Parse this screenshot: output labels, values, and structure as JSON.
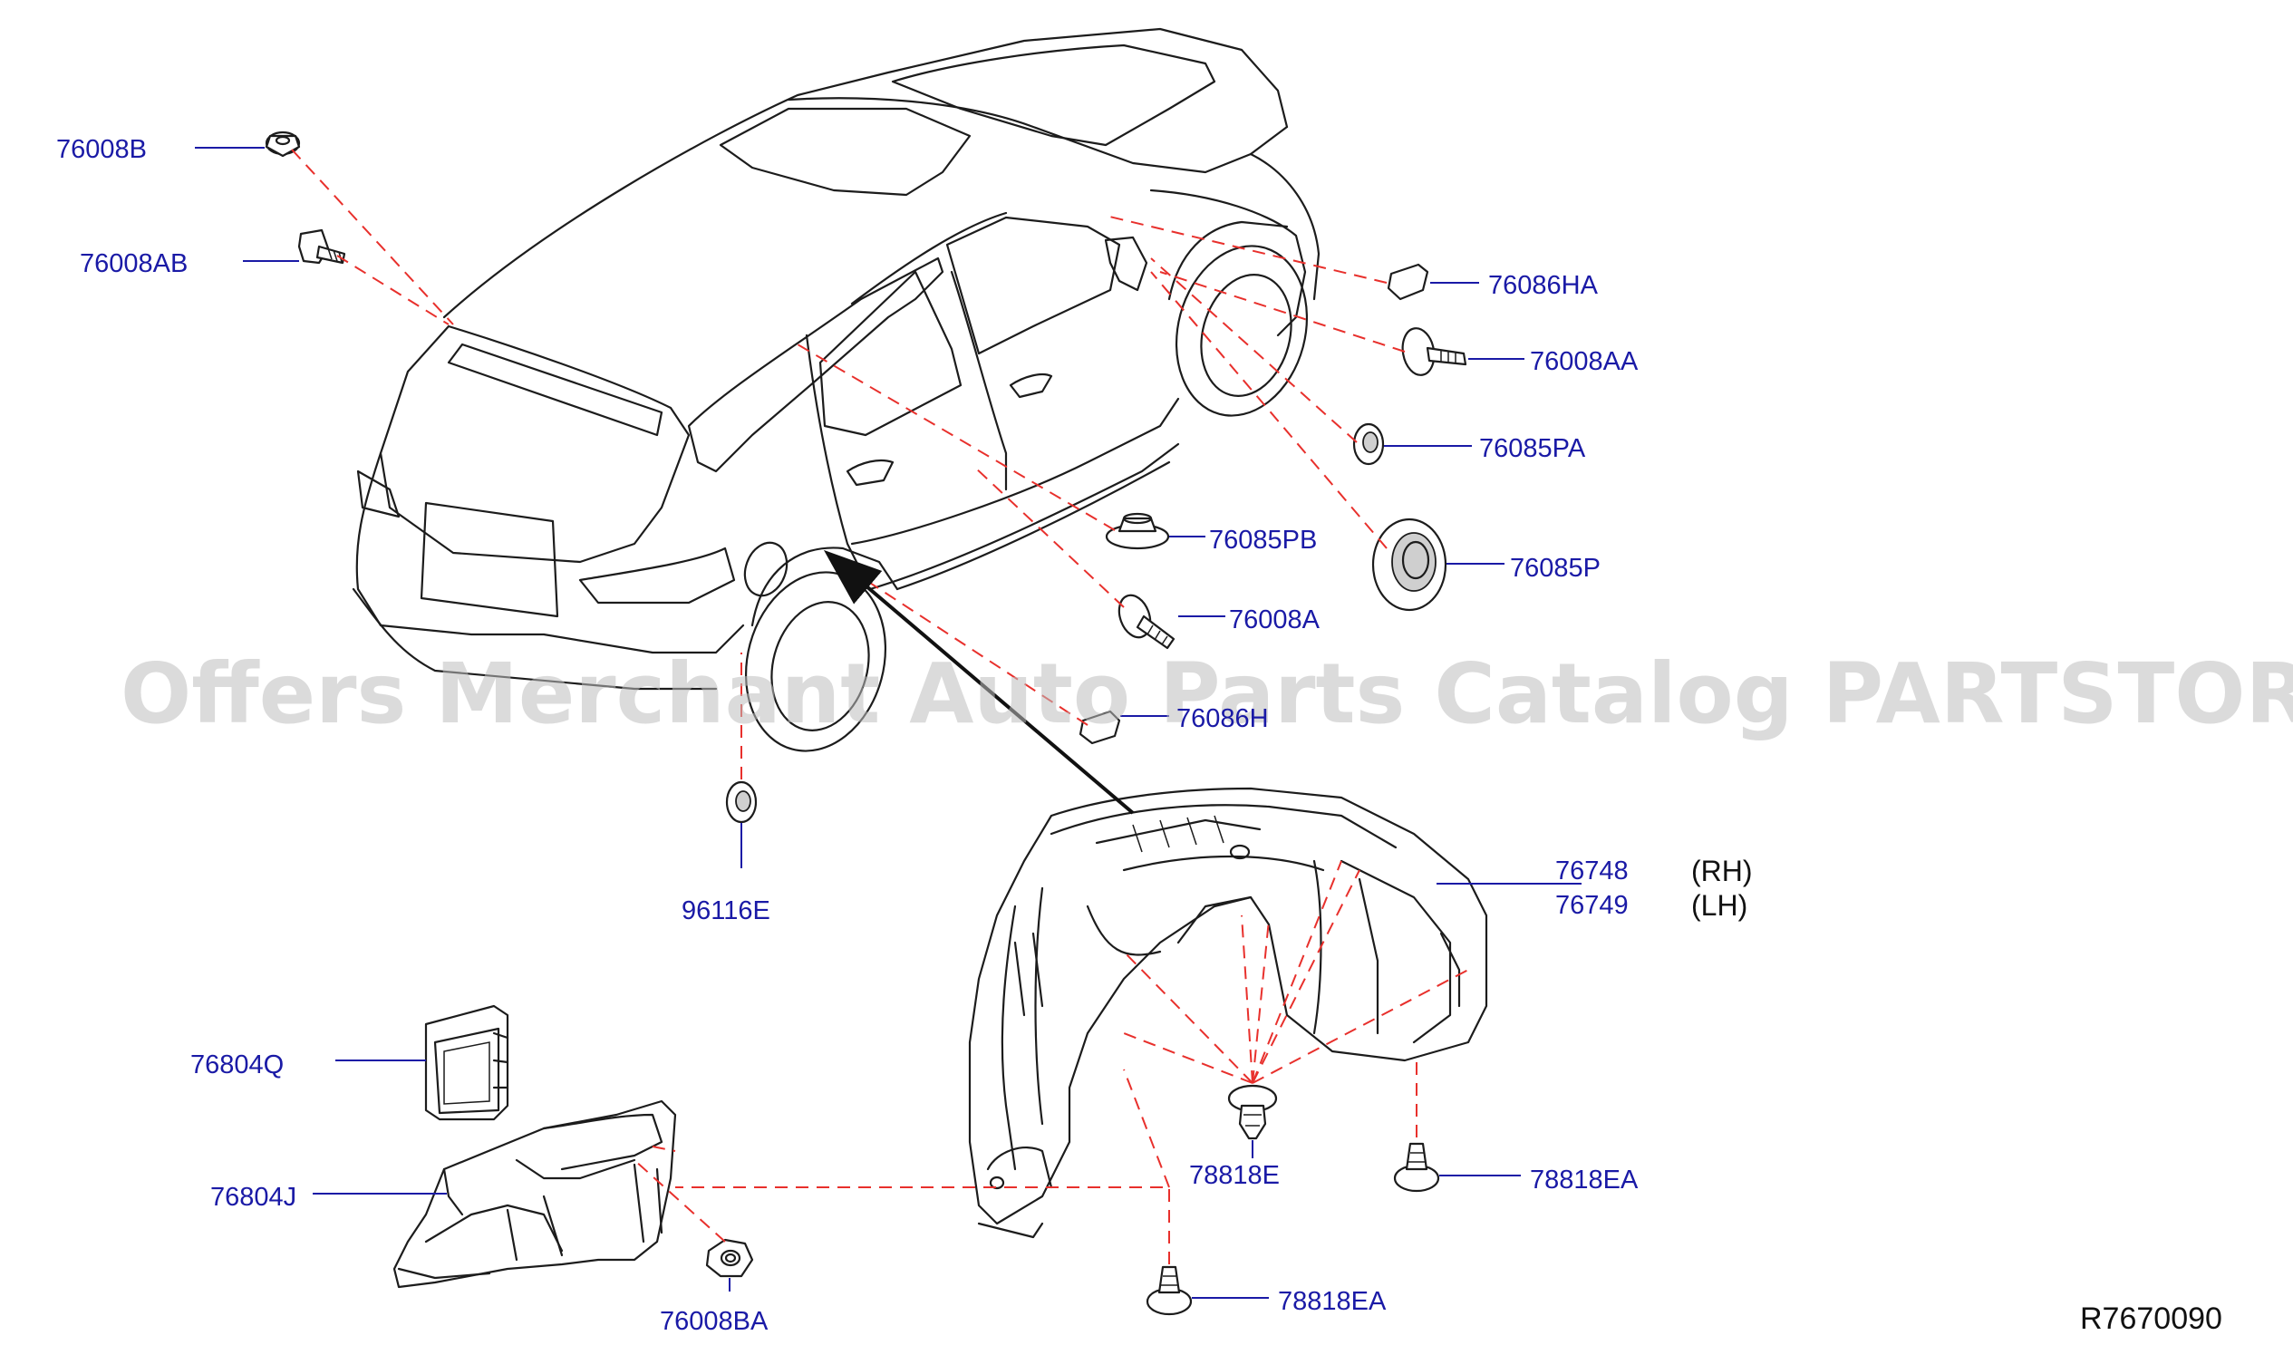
{
  "diagram": {
    "labels": {
      "p76008B": "76008B",
      "p76008AB": "76008AB",
      "p76086HA": "76086HA",
      "p76008AA": "76008AA",
      "p76085PA": "76085PA",
      "p76085PB": "76085PB",
      "p76085P": "76085P",
      "p76008A": "76008A",
      "p76086H": "76086H",
      "p96116E": "96116E",
      "p76748": "76748",
      "p76749": "76749",
      "rh": "(RH)",
      "lh": "(LH)",
      "p76804Q": "76804Q",
      "p76804J": "76804J",
      "p78818E": "78818E",
      "p78818EA_right": "78818EA",
      "p78818EA_bottom": "78818EA",
      "p76008BA": "76008BA"
    },
    "reference_number": "R7670090",
    "watermark": "Offers Merchant Auto Parts Catalog PARTSTORE.SA",
    "colors": {
      "label": "#1a1aa6",
      "dashed_line": "#e8302c",
      "line_art": "#1c1c1c",
      "watermark": "#bdbdbd"
    }
  }
}
